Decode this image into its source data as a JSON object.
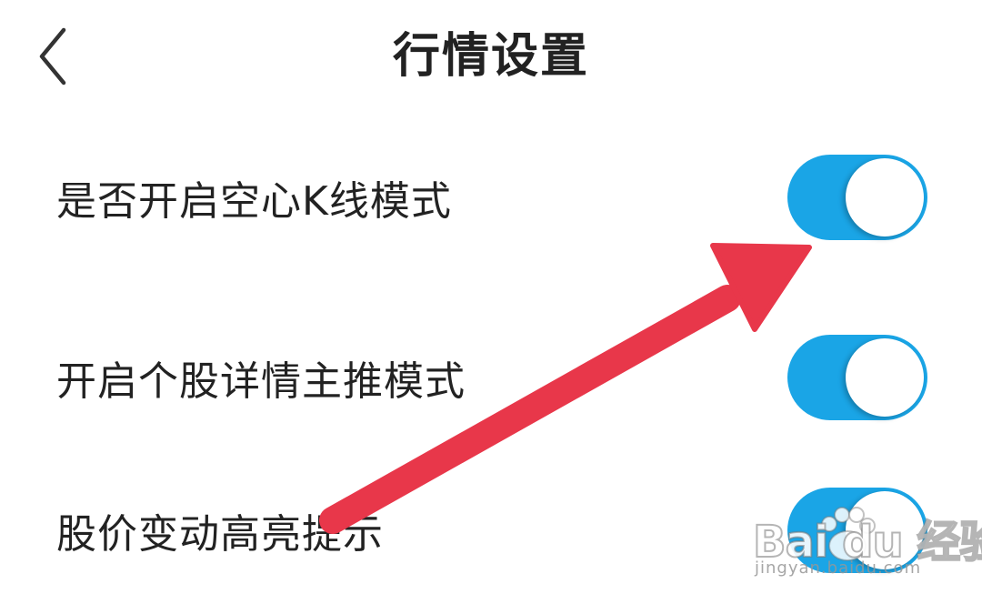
{
  "header": {
    "title": "行情设置"
  },
  "settings": [
    {
      "label": "是否开启空心K线模式",
      "enabled": true
    },
    {
      "label": "开启个股详情主推模式",
      "enabled": true
    },
    {
      "label": "股价变动高亮提示",
      "enabled": true
    }
  ],
  "watermark": {
    "logo": "Bai du 经验",
    "url": "jingyan.baidu.com"
  },
  "colors": {
    "toggle_on": "#1aa5e6",
    "arrow": "#e8374a",
    "text": "#222222"
  },
  "icons": {
    "back": "chevron-left-icon",
    "annotation": "arrow-icon"
  }
}
